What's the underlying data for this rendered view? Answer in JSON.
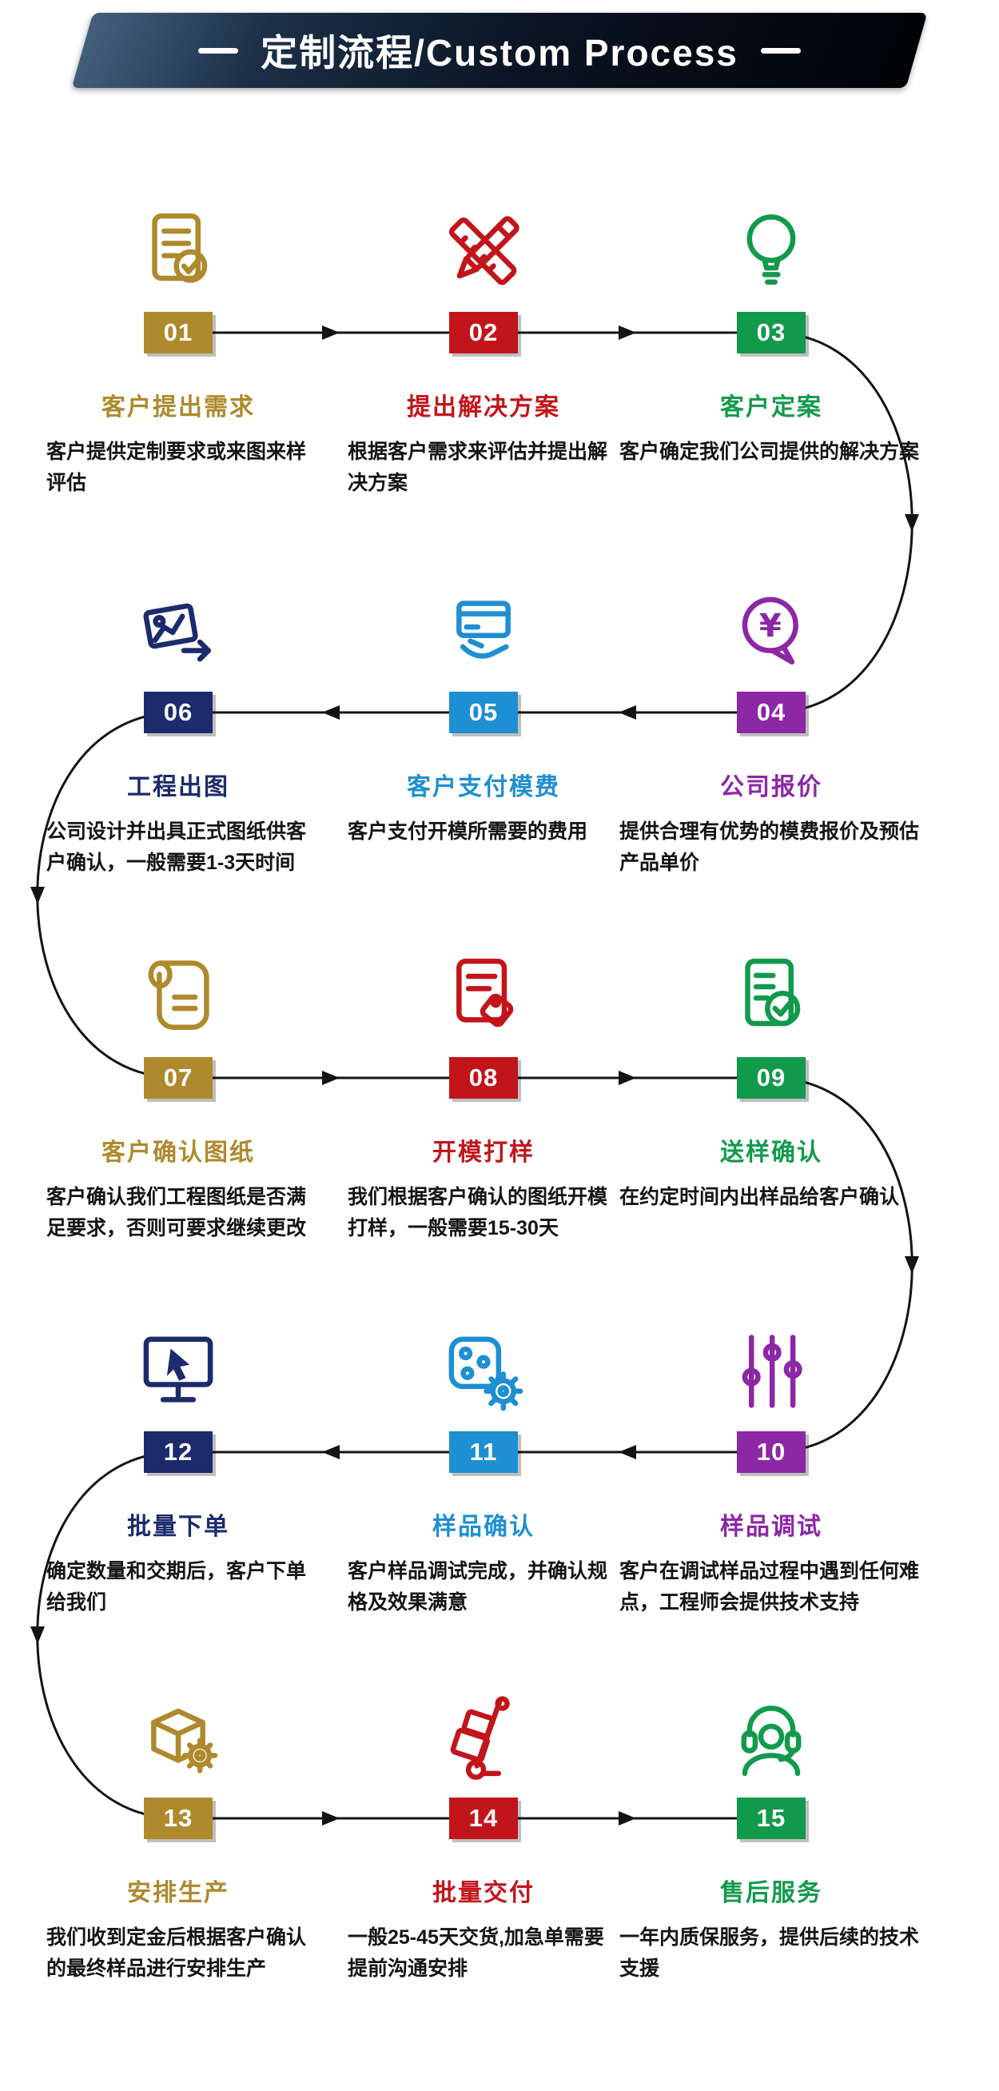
{
  "header": {
    "title": "定制流程/Custom Process"
  },
  "flow": {
    "line_color": "#141414"
  },
  "steps": [
    {
      "num": "01",
      "title": "客户提出需求",
      "desc": "客户提供定制要求或来图来样评估",
      "color": "#AE8A2D",
      "icon": "document-check-icon"
    },
    {
      "num": "02",
      "title": "提出解决方案",
      "desc": "根据客户需求来评估并提出解决方案",
      "color": "#C2151B",
      "icon": "design-tools-icon"
    },
    {
      "num": "03",
      "title": "客户定案",
      "desc": "客户确定我们公司提供的解决方案",
      "color": "#129A4C",
      "icon": "lightbulb-icon"
    },
    {
      "num": "04",
      "title": "公司报价",
      "desc": "提供合理有优势的模费报价及预估产品单价",
      "color": "#8C27A6",
      "icon": "price-quote-icon"
    },
    {
      "num": "05",
      "title": "客户支付模费",
      "desc": "客户支付开模所需要的费用",
      "color": "#1D8FD2",
      "icon": "payment-icon"
    },
    {
      "num": "06",
      "title": "工程出图",
      "desc": "公司设计并出具正式图纸供客户确认，一般需要1-3天时间",
      "color": "#1C2B6B",
      "icon": "drawing-export-icon"
    },
    {
      "num": "07",
      "title": "客户确认图纸",
      "desc": "客户确认我们工程图纸是否满足要求，否则可要求继续更改",
      "color": "#AE8A2D",
      "icon": "blueprint-icon"
    },
    {
      "num": "08",
      "title": "开模打样",
      "desc": "我们根据客户确认的图纸开模打样，一般需要15-30天",
      "color": "#C2151B",
      "icon": "mold-sample-icon"
    },
    {
      "num": "09",
      "title": "送样确认",
      "desc": "在约定时间内出样品给客户确认",
      "color": "#129A4C",
      "icon": "sample-check-icon"
    },
    {
      "num": "10",
      "title": "样品调试",
      "desc": "客户在调试样品过程中遇到任何难点，工程师会提供技术支持",
      "color": "#8C27A6",
      "icon": "sample-debug-icon"
    },
    {
      "num": "11",
      "title": "样品确认",
      "desc": "客户样品调试完成，并确认规格及效果满意",
      "color": "#1D8FD2",
      "icon": "sample-confirm-icon"
    },
    {
      "num": "12",
      "title": "批量下单",
      "desc": "确定数量和交期后，客户下单给我们",
      "color": "#1C2B6B",
      "icon": "order-click-icon"
    },
    {
      "num": "13",
      "title": "安排生产",
      "desc": "我们收到定金后根据客户确认的最终样品进行安排生产",
      "color": "#AE8A2D",
      "icon": "production-icon"
    },
    {
      "num": "14",
      "title": "批量交付",
      "desc": "一般25-45天交货,加急单需要提前沟通安排",
      "color": "#C2151B",
      "icon": "delivery-icon"
    },
    {
      "num": "15",
      "title": "售后服务",
      "desc": "一年内质保服务，提供后续的技术支援",
      "color": "#129A4C",
      "icon": "after-sales-icon"
    }
  ]
}
